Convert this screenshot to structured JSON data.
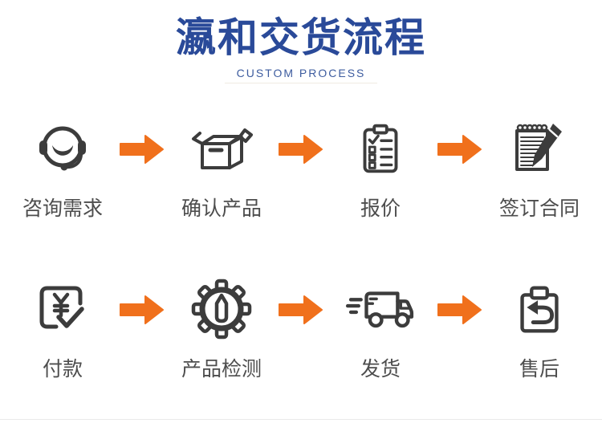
{
  "header": {
    "title": "瀛和交货流程",
    "subtitle": "CUSTOM PROCESS"
  },
  "colors": {
    "title_blue": "#2a4a99",
    "subtitle_blue": "#3d5c9f",
    "arrow_orange": "#f0701c",
    "icon_stroke": "#3c3c3c",
    "label_gray": "#4d4d4d"
  },
  "rows": [
    {
      "steps": [
        {
          "icon": "customer-service-icon",
          "label": "咨询需求"
        },
        {
          "icon": "package-box-icon",
          "label": "确认产品"
        },
        {
          "icon": "quotation-clipboard-icon",
          "label": "报价"
        },
        {
          "icon": "contract-signing-icon",
          "label": "签订合同"
        }
      ]
    },
    {
      "steps": [
        {
          "icon": "payment-icon",
          "label": "付款"
        },
        {
          "icon": "product-inspection-gear-icon",
          "label": "产品检测"
        },
        {
          "icon": "delivery-truck-icon",
          "label": "发货"
        },
        {
          "icon": "after-sales-icon",
          "label": "售后"
        }
      ]
    }
  ]
}
